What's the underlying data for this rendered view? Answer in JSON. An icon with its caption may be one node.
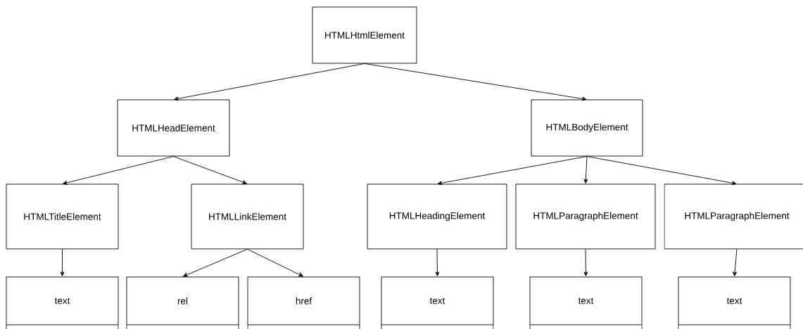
{
  "diagram": {
    "nodes": [
      {
        "text": [
          "HTMLHtmlElement"
        ]
      },
      {
        "text": [
          "HTMLHeadElement"
        ]
      },
      {
        "text": [
          "HTMLBodyElement"
        ]
      },
      {
        "text": [
          "HTMLTitleElement"
        ]
      },
      {
        "text": [
          "HTMLLinkElement"
        ]
      },
      {
        "text": [
          "HTMLHeadingElement"
        ]
      },
      {
        "text": [
          "HTMLParagraphElement"
        ]
      },
      {
        "text": [
          "HTMLParagraphElement"
        ]
      },
      {
        "text": [
          "text"
        ]
      },
      {
        "text": [
          "rel"
        ]
      },
      {
        "text": [
          "href"
        ]
      },
      {
        "text": [
          "text"
        ]
      },
      {
        "text": [
          "text"
        ]
      },
      {
        "text": [
          "text"
        ]
      }
    ],
    "edges": [
      {
        "from": 0,
        "to": 1,
        "arrow": "to"
      },
      {
        "from": 0,
        "to": 2,
        "arrow": "to"
      },
      {
        "from": 1,
        "to": 3,
        "arrow": "to"
      },
      {
        "from": 1,
        "to": 4,
        "arrow": "to"
      },
      {
        "from": 2,
        "to": 5,
        "arrow": "to"
      },
      {
        "from": 2,
        "to": 6,
        "arrow": "to"
      },
      {
        "from": 2,
        "to": 7,
        "arrow": "to"
      },
      {
        "from": 3,
        "to": 8,
        "arrow": "to"
      },
      {
        "from": 4,
        "to": 9,
        "arrow": "to"
      },
      {
        "from": 4,
        "to": 10,
        "arrow": "to"
      },
      {
        "from": 5,
        "to": 11,
        "arrow": "to"
      },
      {
        "from": 6,
        "to": 12,
        "arrow": "to"
      },
      {
        "from": 7,
        "to": 13,
        "arrow": "to"
      }
    ]
  }
}
